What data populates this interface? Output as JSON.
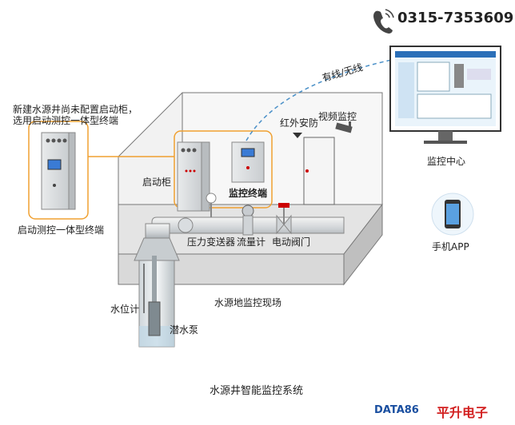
{
  "header": {
    "phone": "0315-7353609"
  },
  "labels": {
    "note_line1": "新建水源井尚未配置启动柜，",
    "note_line2": "选用启动测控一体型终端",
    "integrated_terminal": "启动测控一体型终端",
    "start_cabinet": "启动柜",
    "monitor_terminal": "监控终端",
    "infrared": "红外安防",
    "video": "视频监控",
    "link": "有线/无线",
    "monitor_center": "监控中心",
    "mobile_app": "手机APP",
    "pressure": "压力变送器",
    "flowmeter": "流量计",
    "valve": "电动阀门",
    "site": "水源地监控现场",
    "water_level": "水位计",
    "pump": "潜水泵",
    "system_title": "水源井智能监控系统"
  },
  "brand": {
    "logo_en": "DATA86",
    "logo_cn": "平升电子"
  },
  "colors": {
    "accent_orange": "#f0a030",
    "link_blue": "#4a90c8",
    "brand_blue": "#1a4fa0",
    "brand_red": "#d21f1f"
  }
}
